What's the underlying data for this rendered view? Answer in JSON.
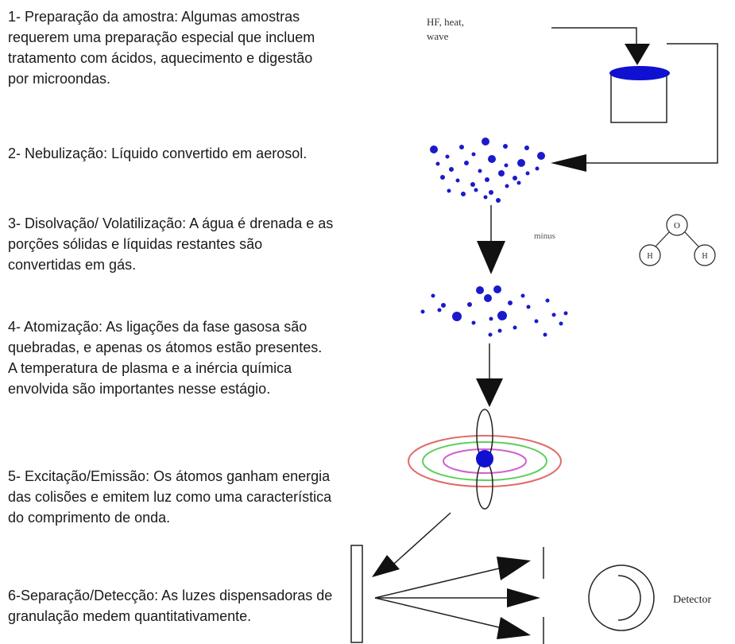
{
  "steps": [
    {
      "text": "1- Preparação da amostra: Algumas amostras requerem  uma preparação especial que incluem  tratamento com ácidos, aquecimento e digestão por microondas."
    },
    {
      "text": "2- Nebulização: Líquido convertido em aerosol."
    },
    {
      "text": "3- Disolvação/ Volatilização: A água é drenada e as porções sólidas e líquidas restantes são convertidas em gás."
    },
    {
      "text": "4- Atomização: As ligações da fase gasosa são quebradas, e apenas os átomos estão presentes. A temperatura de plasma e a inércia química envolvida são importantes nesse estágio."
    },
    {
      "text": "5- Excitação/Emissão: Os átomos ganham energia das colisões e emitem luz como uma característica do comprimento de onda."
    },
    {
      "text": "6-Separação/Detecção: As luzes dispensadoras de granulação medem quantitativamente."
    }
  ],
  "diagram": {
    "sample_prep_label_line1": "HF, heat,",
    "sample_prep_label_line2": "wave",
    "solvent_removal_label": "minus",
    "water_molecule": {
      "center_atom": "O",
      "left_atom": "H",
      "right_atom": "H"
    },
    "detector_label": "Detector",
    "colors": {
      "particles": "#1a1acc",
      "ring_outer": "#e06a6a",
      "ring_middle": "#5fcf5f",
      "ring_inner": "#d060d0",
      "stroke": "#222222"
    }
  }
}
